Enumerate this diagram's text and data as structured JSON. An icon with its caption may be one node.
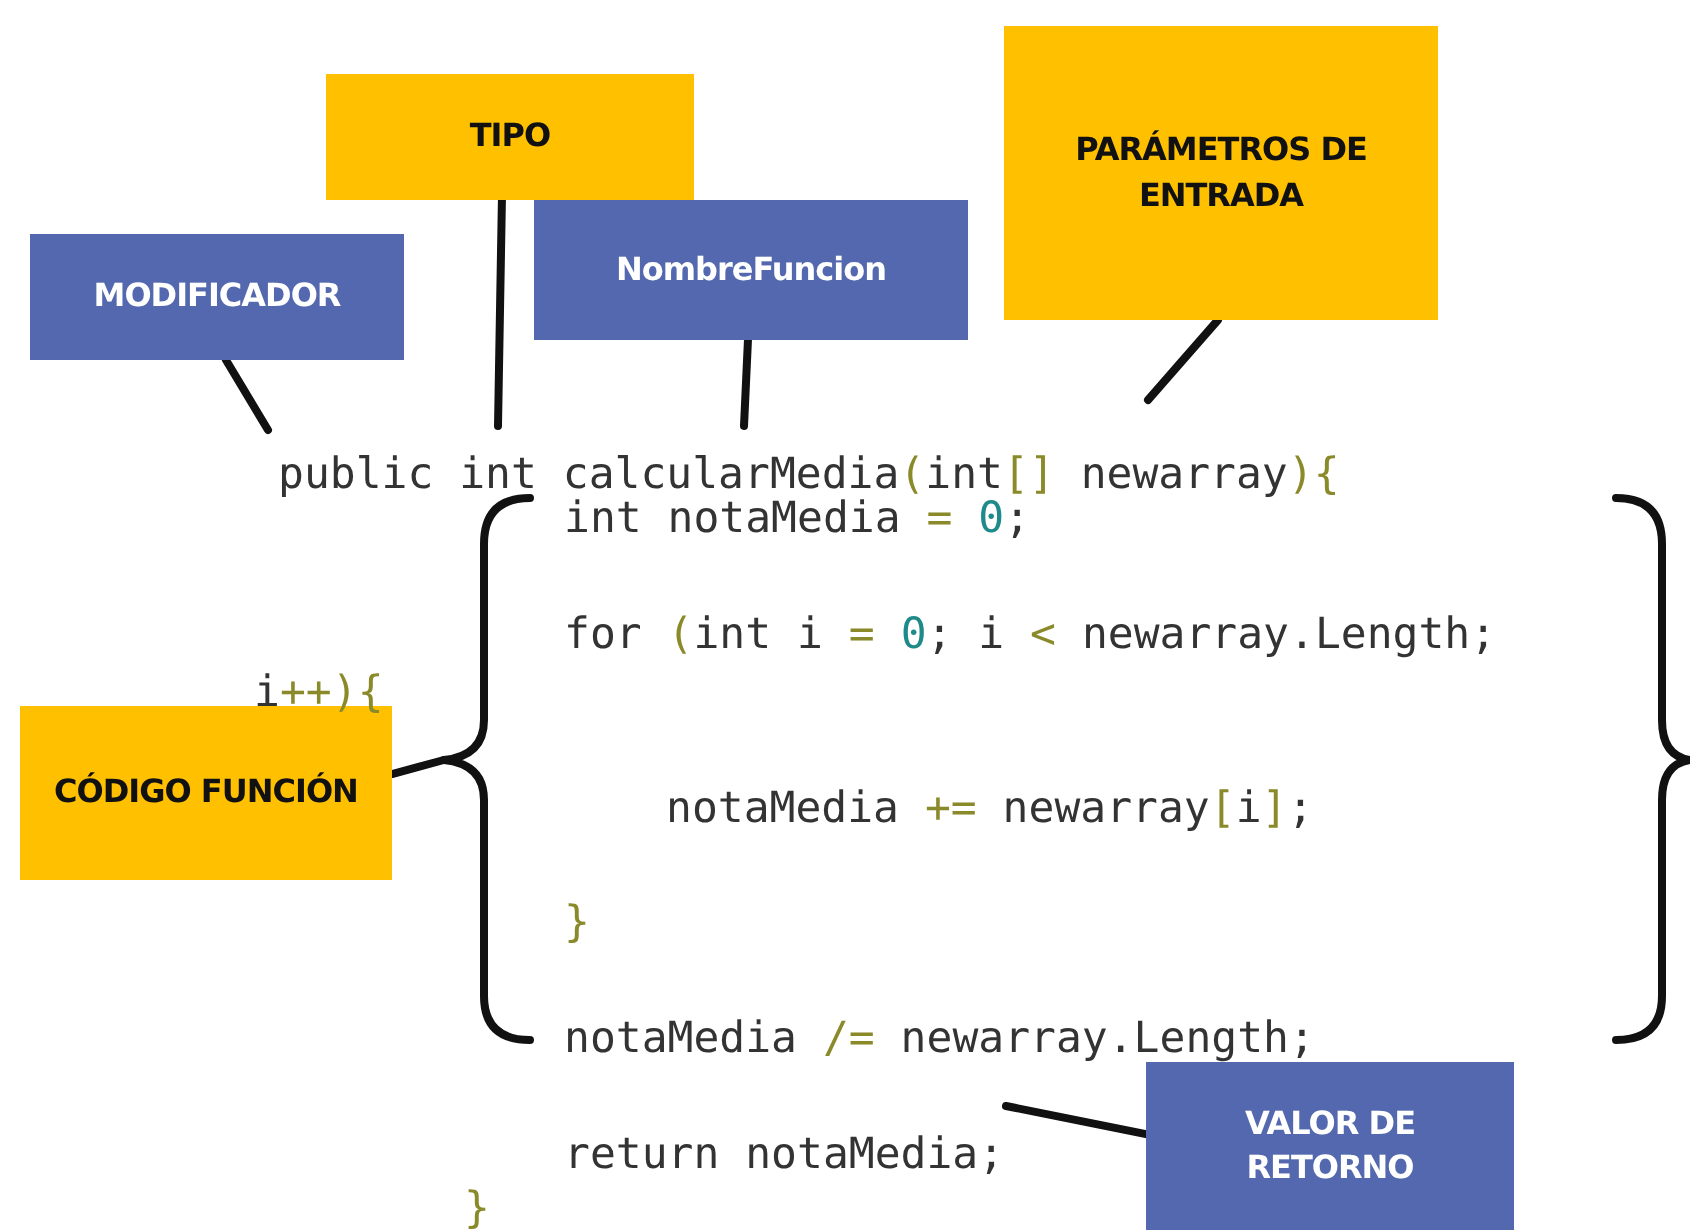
{
  "diagram": {
    "nodes": [
      {
        "text": [
          "TIPO"
        ]
      },
      {
        "text": [
          "PARÁMETROS DE ENTRADA"
        ]
      },
      {
        "text": [
          "MODIFICADOR"
        ]
      },
      {
        "text": [
          "NombreFuncion"
        ]
      },
      {
        "text": [
          "CÓDIGO FUNCIÓN"
        ]
      },
      {
        "text": [
          "VALOR DE RETORNO"
        ]
      },
      {
        "text": [],
        "shape": "brace"
      }
    ],
    "edges": [
      {
        "from": 0,
        "to": null,
        "arrow": "none"
      },
      {
        "from": 1,
        "to": null,
        "arrow": "none"
      },
      {
        "from": 2,
        "to": null,
        "arrow": "none"
      },
      {
        "from": 3,
        "to": null,
        "arrow": "none"
      },
      {
        "from": 4,
        "to": 6,
        "arrow": "none"
      },
      {
        "from": 5,
        "to": null,
        "arrow": "none"
      }
    ],
    "labels": [
      "public int calcularMedia(int[] newarray){",
      "int notaMedia = 0;",
      "for (int i = 0; i < newarray.Length;",
      "i++){",
      "notaMedia += newarray[i];",
      "}",
      "notaMedia /= newarray.Length;",
      "return notaMedia;",
      "}"
    ]
  }
}
